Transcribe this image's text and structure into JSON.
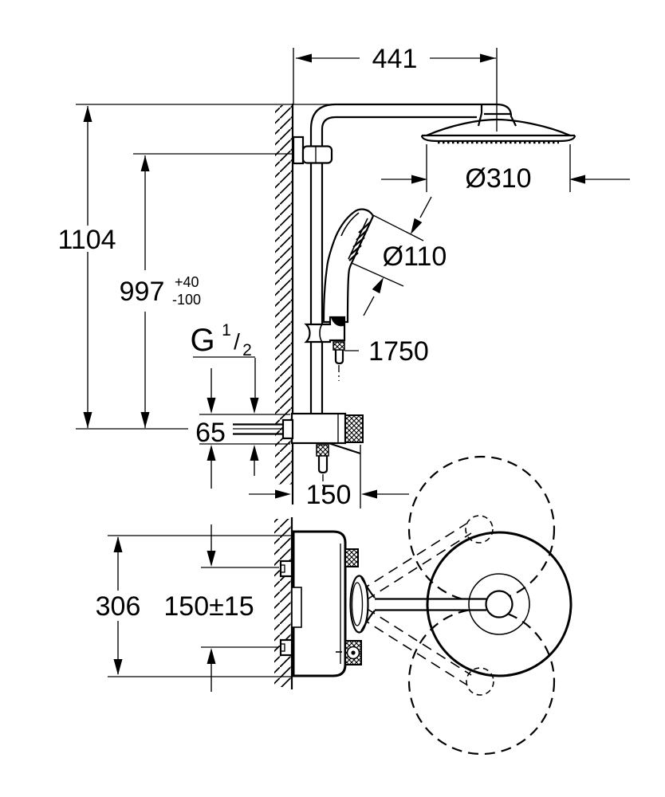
{
  "meta": {
    "description": "Technical dimension drawing of wall-mounted thermostatic shower system, front view and top view",
    "background": "#ffffff",
    "line_color": "#000000",
    "units": "mm"
  },
  "front_view": {
    "dims": {
      "arm_reach": "441",
      "head_diameter": "Ø310",
      "hand_diameter": "Ø110",
      "hose_length": "1750",
      "overall_height": "1104",
      "supply_height": "997",
      "supply_height_tol_plus": "+40",
      "supply_height_tol_minus": "-100",
      "thread_g": "G",
      "thread_num": "1",
      "thread_slash": "/",
      "thread_den": "2",
      "body_height": "65",
      "projection": "150"
    }
  },
  "top_view": {
    "dims": {
      "overall_depth": "306",
      "supply_spacing": "150±15"
    }
  }
}
